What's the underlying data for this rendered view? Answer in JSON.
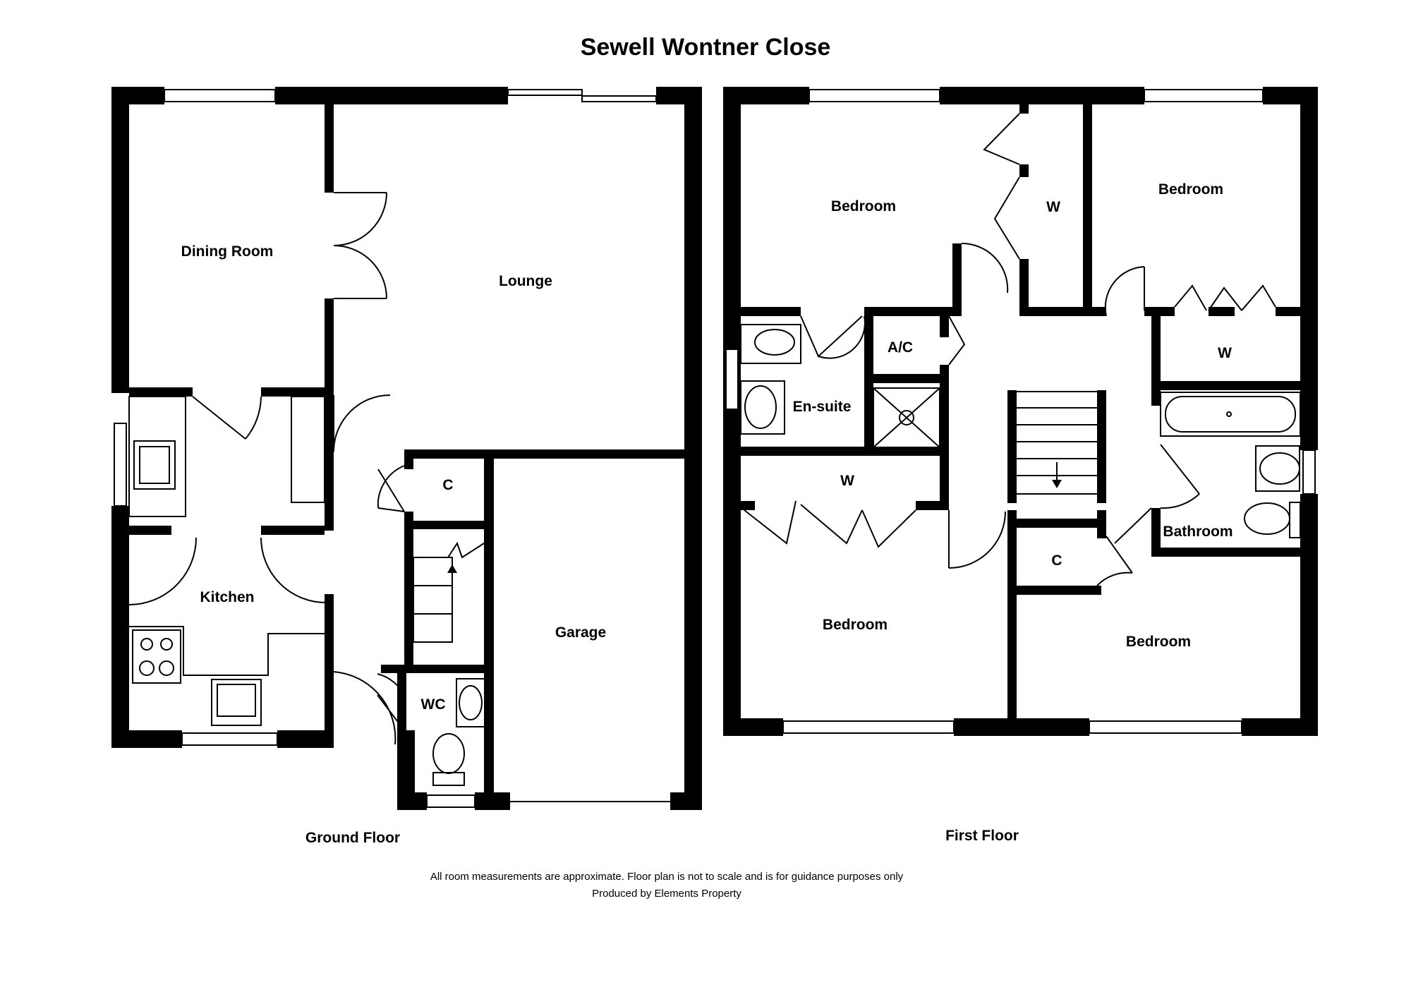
{
  "title": "Sewell Wontner Close",
  "floors": {
    "ground": {
      "label": "Ground Floor",
      "rooms": {
        "dining_room": "Dining Room",
        "lounge": "Lounge",
        "kitchen": "Kitchen",
        "cupboard": "C",
        "wc": "WC",
        "garage": "Garage"
      }
    },
    "first": {
      "label": "First Floor",
      "rooms": {
        "bedroom_1": "Bedroom",
        "wardrobe_1": "W",
        "bedroom_2": "Bedroom",
        "ac": "A/C",
        "ensuite": "En-suite",
        "wardrobe_2": "W",
        "wardrobe_3": "W",
        "bedroom_3": "Bedroom",
        "cupboard": "C",
        "bathroom": "Bathroom",
        "bedroom_4": "Bedroom"
      }
    }
  },
  "footer": {
    "disclaimer": "All room measurements are approximate. Floor plan is not to scale and is for guidance purposes only",
    "credit": "Produced by Elements Property"
  }
}
